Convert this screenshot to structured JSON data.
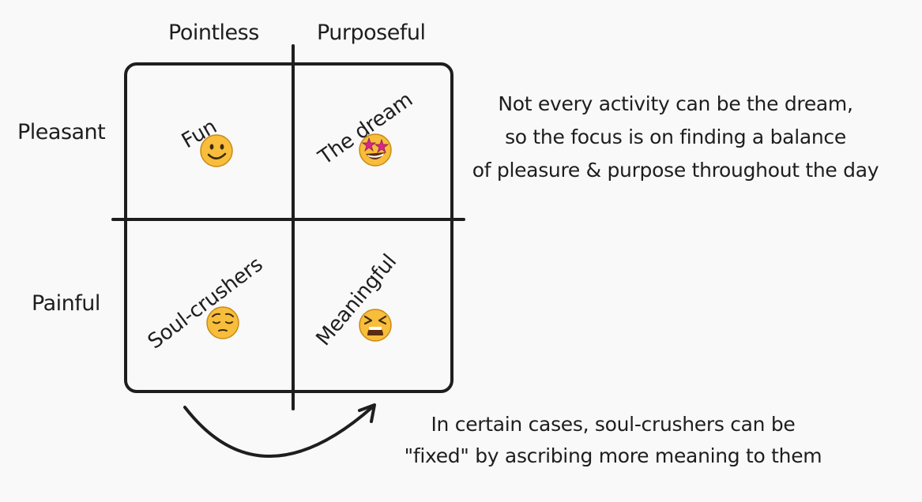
{
  "columns": {
    "left": "Pointless",
    "right": "Purposeful"
  },
  "rows": {
    "top": "Pleasant",
    "bottom": "Painful"
  },
  "quadrants": {
    "top_left": {
      "label": "Fun",
      "emoji": "slightly-smiling-face"
    },
    "top_right": {
      "label": "The dream",
      "emoji": "star-struck-face"
    },
    "bottom_left": {
      "label": "Soul-crushers",
      "emoji": "pensive-face"
    },
    "bottom_right": {
      "label": "Meaningful",
      "emoji": "tired-face"
    }
  },
  "notes": {
    "right": [
      "Not every activity can be the dream,",
      "so the focus is on finding a balance",
      "of pleasure & purpose throughout the day"
    ],
    "bottom": [
      "In certain cases, soul-crushers can be",
      "\"fixed\" by ascribing more meaning to them"
    ]
  },
  "colors": {
    "background": "#f9f9f9",
    "ink": "#1e1e1e",
    "emoji_fill": "#f7bd3b",
    "emoji_outline": "#c98b16",
    "star": "#d8278c"
  }
}
